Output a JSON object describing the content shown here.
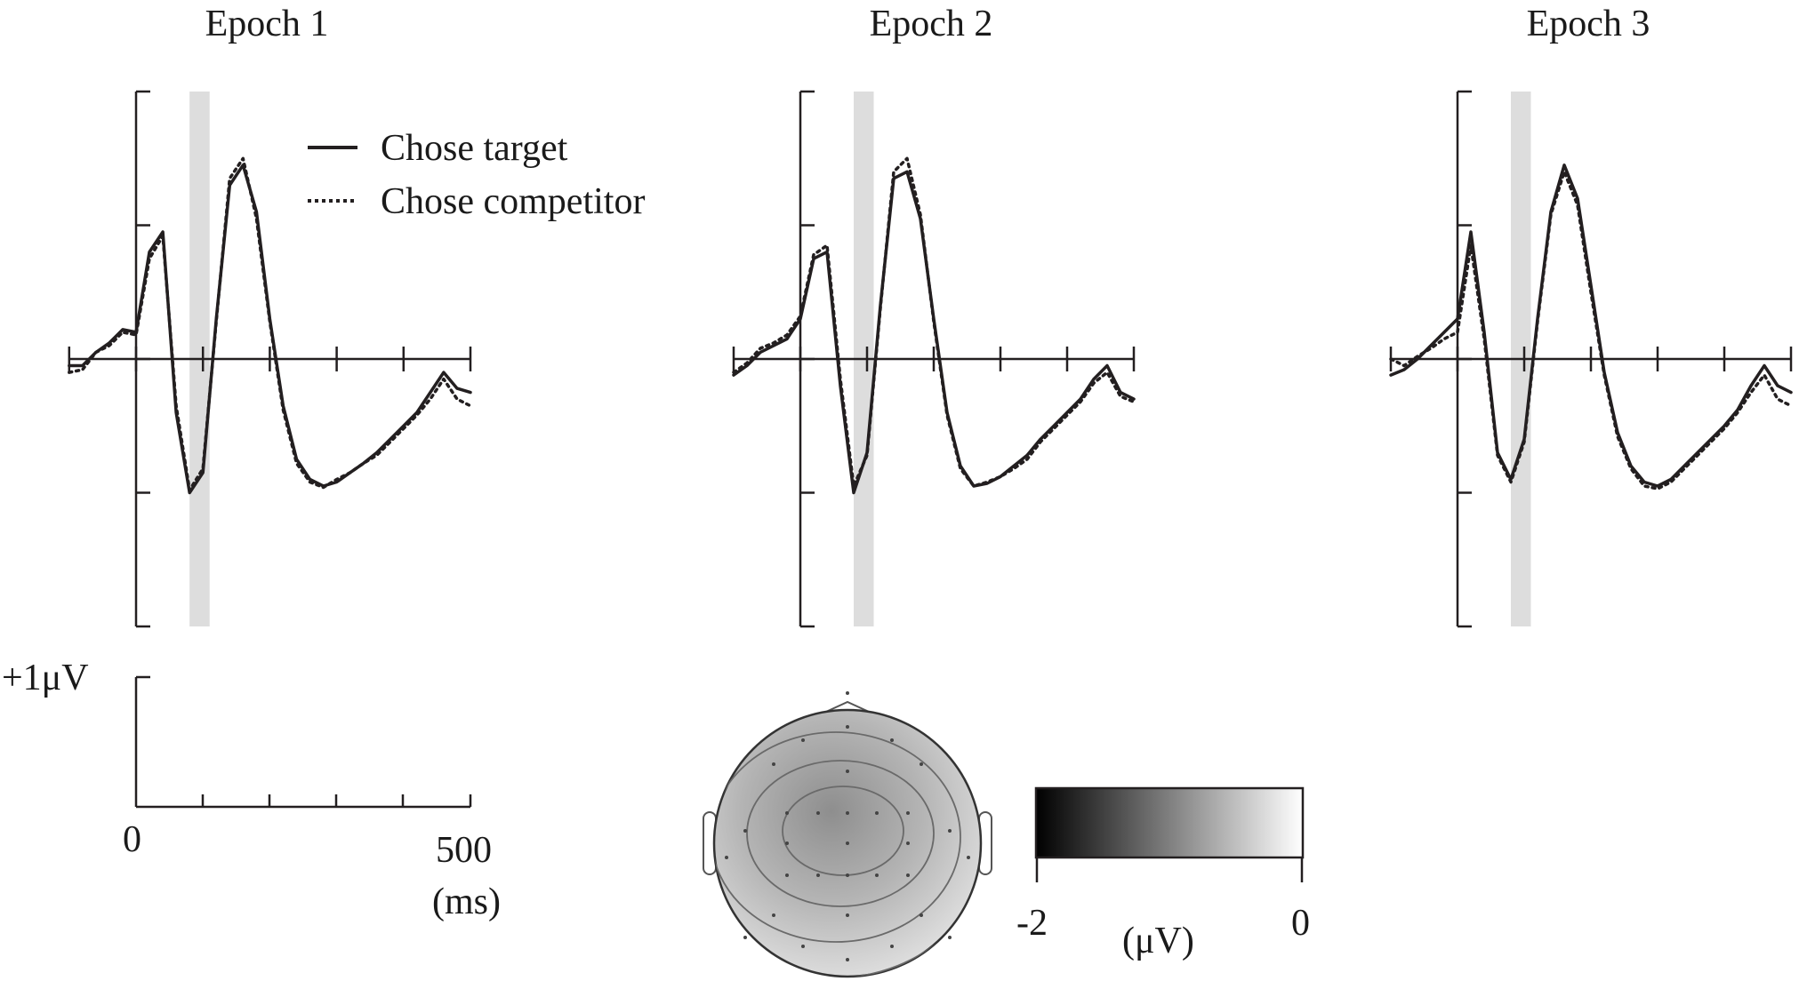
{
  "chart_data": [
    {
      "type": "line",
      "title": "Epoch 1",
      "x": [
        -100,
        -80,
        -60,
        -40,
        -20,
        0,
        20,
        40,
        60,
        80,
        100,
        120,
        140,
        160,
        180,
        200,
        220,
        240,
        260,
        280,
        300,
        320,
        340,
        360,
        380,
        400,
        420,
        440,
        460,
        480,
        500
      ],
      "series": [
        {
          "name": "Chose target",
          "style": "solid",
          "values": [
            -0.05,
            -0.05,
            0.05,
            0.12,
            0.22,
            0.2,
            0.8,
            0.95,
            -0.4,
            -1.0,
            -0.85,
            0.3,
            1.3,
            1.45,
            1.1,
            0.3,
            -0.35,
            -0.75,
            -0.9,
            -0.95,
            -0.92,
            -0.85,
            -0.78,
            -0.7,
            -0.6,
            -0.5,
            -0.4,
            -0.25,
            -0.1,
            -0.22,
            -0.25
          ]
        },
        {
          "name": "Chose competitor",
          "style": "dotted",
          "values": [
            -0.1,
            -0.08,
            0.05,
            0.1,
            0.2,
            0.18,
            0.75,
            0.92,
            -0.35,
            -0.98,
            -0.82,
            0.28,
            1.35,
            1.5,
            1.05,
            0.28,
            -0.38,
            -0.78,
            -0.92,
            -0.96,
            -0.9,
            -0.85,
            -0.78,
            -0.72,
            -0.62,
            -0.52,
            -0.42,
            -0.3,
            -0.15,
            -0.3,
            -0.35
          ]
        }
      ],
      "highlight_x": [
        80,
        110
      ],
      "xlim": [
        -100,
        500
      ],
      "ylim": [
        -2,
        2
      ]
    },
    {
      "type": "line",
      "title": "Epoch 2",
      "x": [
        -100,
        -80,
        -60,
        -40,
        -20,
        0,
        20,
        40,
        60,
        80,
        100,
        120,
        140,
        160,
        180,
        200,
        220,
        240,
        260,
        280,
        300,
        320,
        340,
        360,
        380,
        400,
        420,
        440,
        460,
        480,
        500
      ],
      "series": [
        {
          "name": "Chose target",
          "style": "solid",
          "values": [
            -0.12,
            -0.05,
            0.05,
            0.1,
            0.15,
            0.3,
            0.75,
            0.8,
            -0.2,
            -1.0,
            -0.7,
            0.4,
            1.35,
            1.4,
            1.05,
            0.3,
            -0.4,
            -0.8,
            -0.95,
            -0.93,
            -0.88,
            -0.8,
            -0.72,
            -0.6,
            -0.5,
            -0.4,
            -0.3,
            -0.15,
            -0.05,
            -0.25,
            -0.3
          ]
        },
        {
          "name": "Chose competitor",
          "style": "dotted",
          "values": [
            -0.1,
            -0.03,
            0.08,
            0.12,
            0.18,
            0.32,
            0.78,
            0.85,
            -0.15,
            -0.95,
            -0.72,
            0.38,
            1.4,
            1.5,
            1.08,
            0.28,
            -0.42,
            -0.82,
            -0.95,
            -0.92,
            -0.88,
            -0.82,
            -0.75,
            -0.62,
            -0.52,
            -0.42,
            -0.32,
            -0.18,
            -0.1,
            -0.28,
            -0.32
          ]
        }
      ],
      "highlight_x": [
        80,
        110
      ],
      "xlim": [
        -100,
        500
      ],
      "ylim": [
        -2,
        2
      ]
    },
    {
      "type": "line",
      "title": "Epoch 3",
      "x": [
        -100,
        -80,
        -60,
        -40,
        -20,
        0,
        20,
        40,
        60,
        80,
        100,
        120,
        140,
        160,
        180,
        200,
        220,
        240,
        260,
        280,
        300,
        320,
        340,
        360,
        380,
        400,
        420,
        440,
        460,
        480,
        500
      ],
      "series": [
        {
          "name": "Chose target",
          "style": "solid",
          "values": [
            -0.12,
            -0.08,
            0.0,
            0.1,
            0.2,
            0.3,
            0.95,
            0.2,
            -0.7,
            -0.9,
            -0.6,
            0.3,
            1.1,
            1.45,
            1.2,
            0.55,
            -0.1,
            -0.55,
            -0.8,
            -0.92,
            -0.95,
            -0.9,
            -0.8,
            -0.7,
            -0.6,
            -0.5,
            -0.38,
            -0.2,
            -0.05,
            -0.2,
            -0.25
          ]
        },
        {
          "name": "Chose competitor",
          "style": "dotted",
          "values": [
            0.0,
            -0.05,
            0.02,
            0.08,
            0.15,
            0.2,
            0.85,
            0.15,
            -0.72,
            -0.92,
            -0.62,
            0.28,
            1.08,
            1.4,
            1.15,
            0.5,
            -0.12,
            -0.58,
            -0.82,
            -0.95,
            -0.97,
            -0.92,
            -0.82,
            -0.72,
            -0.62,
            -0.52,
            -0.4,
            -0.25,
            -0.12,
            -0.3,
            -0.35
          ]
        }
      ],
      "highlight_x": [
        80,
        110
      ],
      "xlim": [
        -100,
        500
      ],
      "ylim": [
        -2,
        2
      ]
    }
  ],
  "scale_bar": {
    "y_label": "+1μV",
    "x_start_label": "0",
    "x_end_label": "500",
    "x_unit_label": "(ms)"
  },
  "topography": {
    "colorbar_min_label": "-2",
    "colorbar_max_label": "0",
    "colorbar_unit_label": "(μV)",
    "colorbar_min_color": "#000000",
    "colorbar_max_color": "#ffffff"
  },
  "colors": {
    "trace": "#231f20",
    "highlight": "#dddddd",
    "axis": "#231f20"
  }
}
